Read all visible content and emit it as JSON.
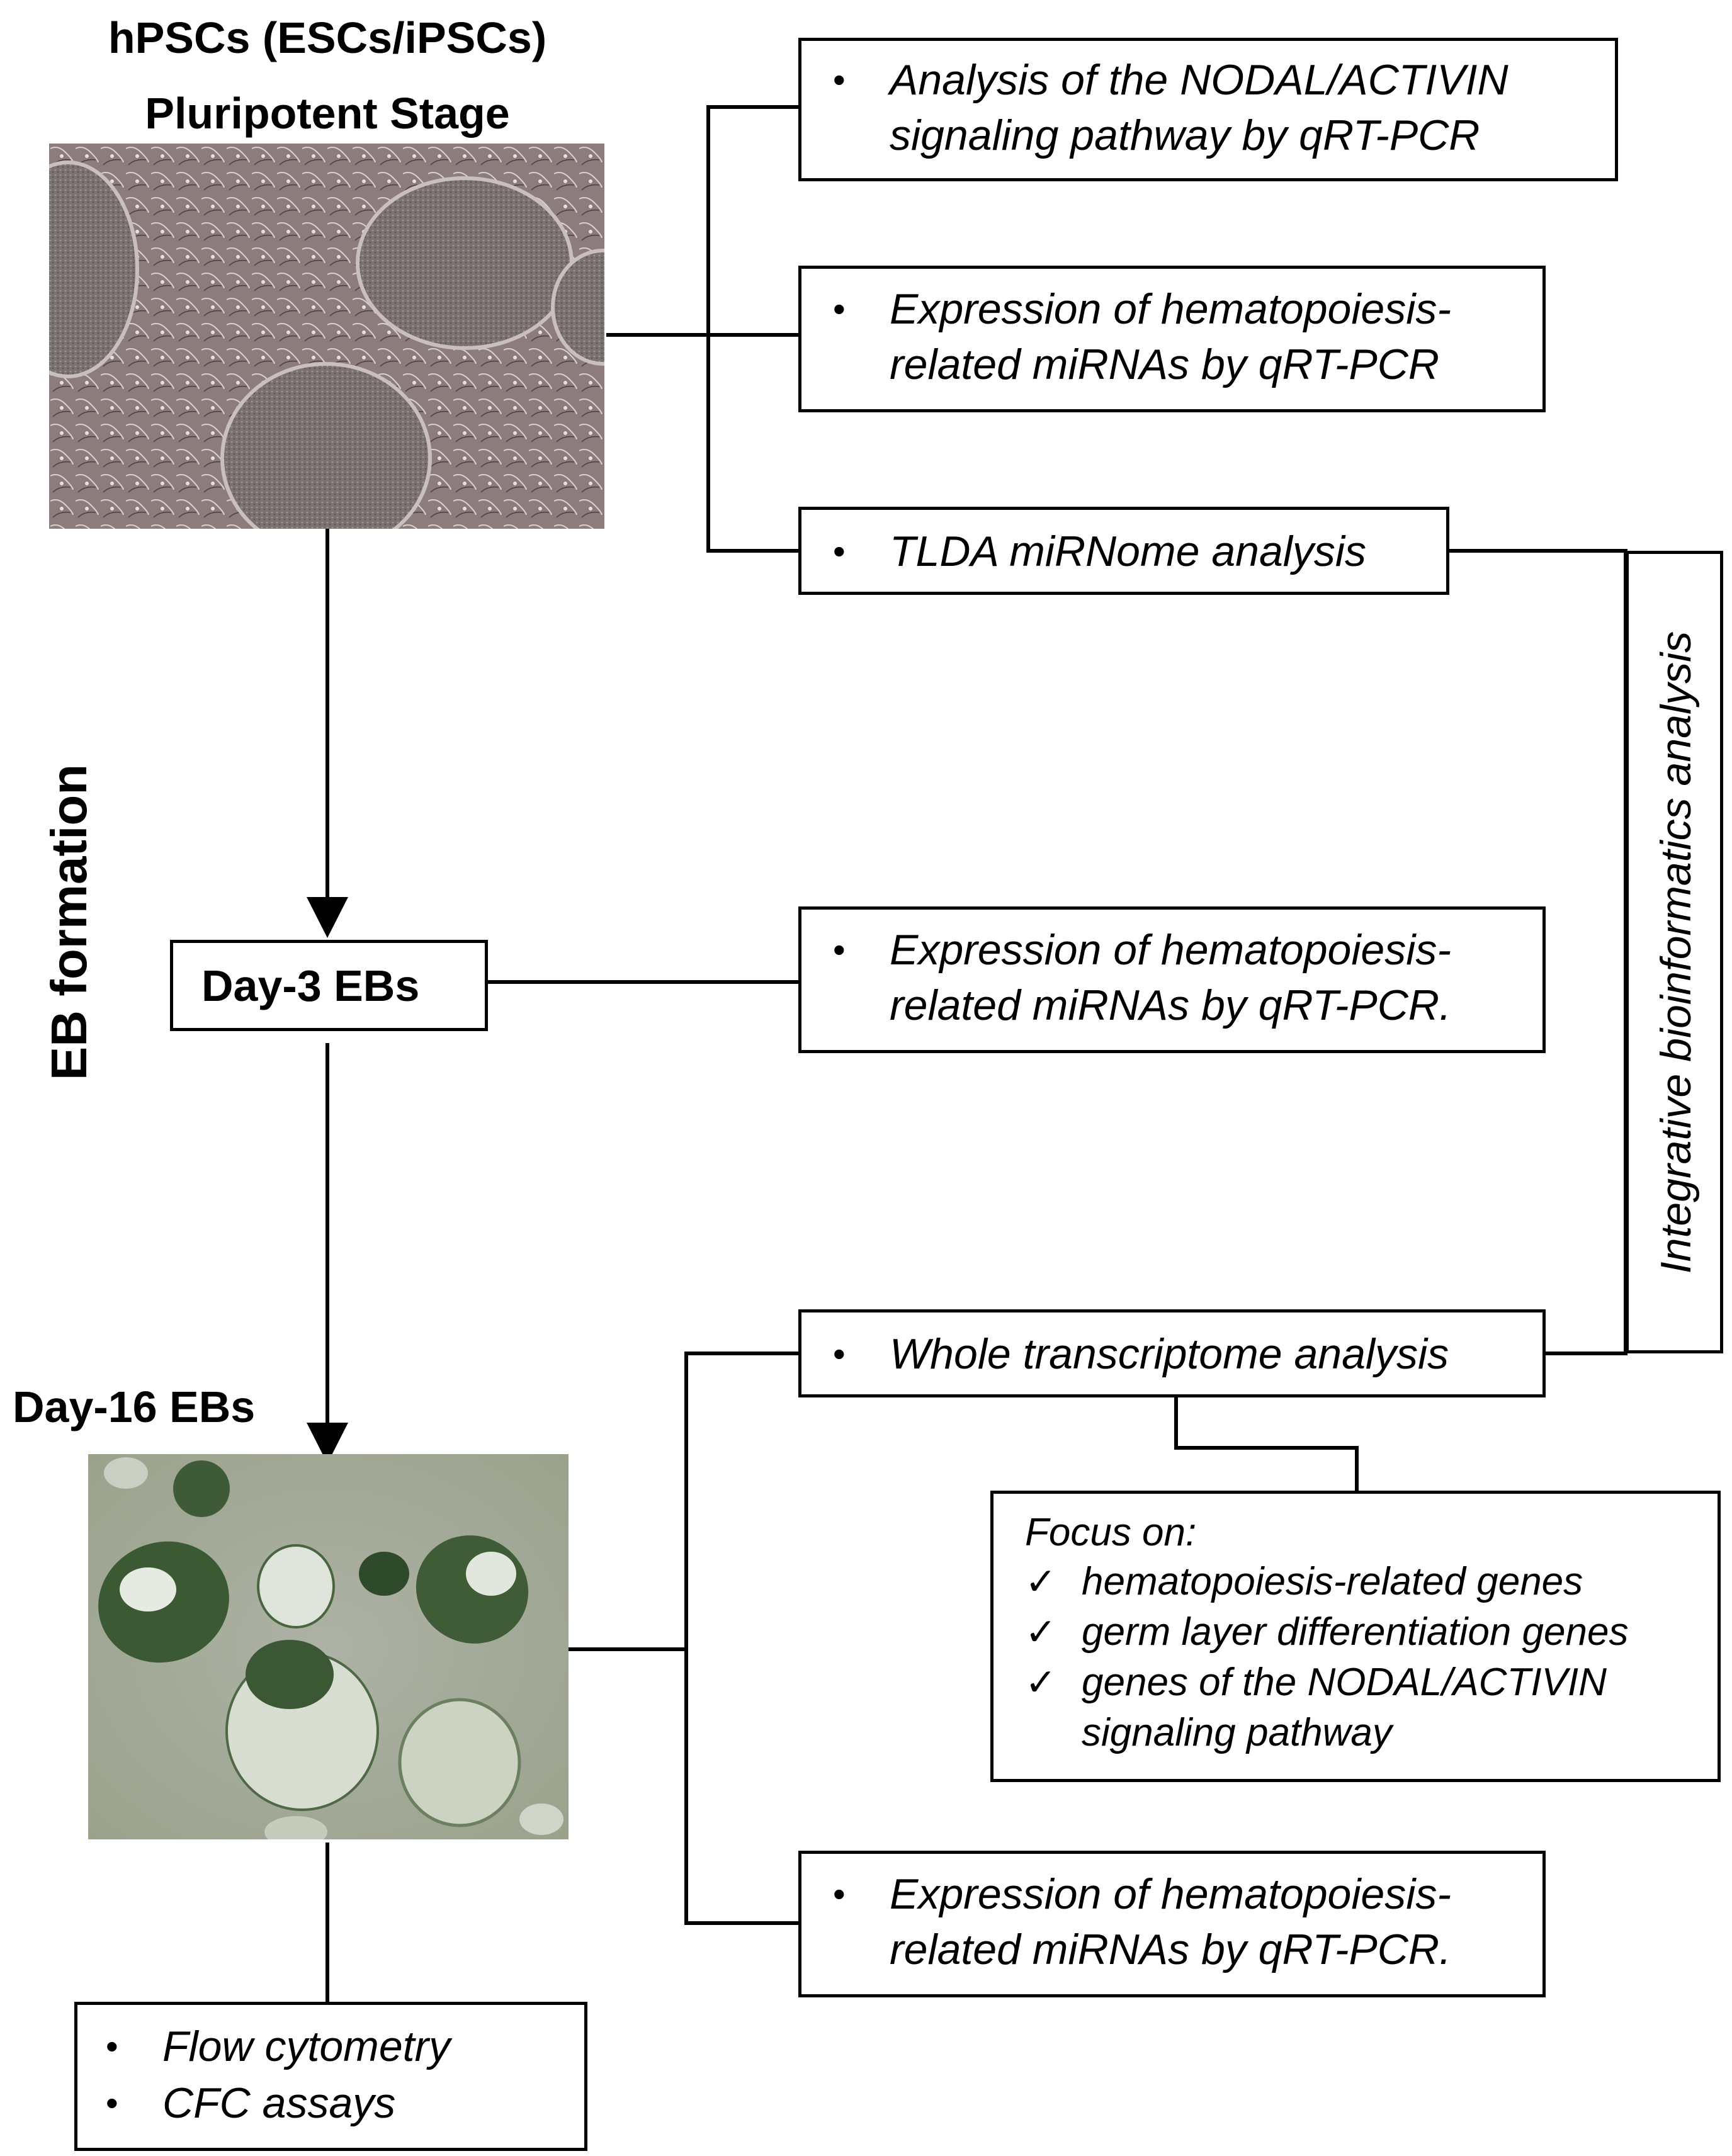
{
  "stages": {
    "pluripotent_title_1": "hPSCs (ESCs/iPSCs)",
    "pluripotent_title_2": "Pluripotent Stage",
    "day3": "Day-3 EBs",
    "day16": "Day-16 EBs",
    "eb_formation": "EB formation"
  },
  "analyses": {
    "nodal": [
      "Analysis of the NODAL/ACTIVIN",
      "signaling pathway by qRT-PCR"
    ],
    "mirna_pluri": [
      "Expression of hematopoiesis-",
      "related miRNAs by qRT-PCR"
    ],
    "tlda": "TLDA miRNome analysis",
    "mirna_day3": [
      "Expression of hematopoiesis-",
      "related miRNAs by qRT-PCR."
    ],
    "transcriptome": "Whole transcriptome analysis",
    "mirna_day16": [
      "Expression of hematopoiesis-",
      "related miRNAs by qRT-PCR."
    ],
    "flow": "Flow cytometry",
    "cfc": "CFC assays",
    "bullet": "•"
  },
  "integrative": "Integrative bioinformatics analysis",
  "focus": {
    "heading": "Focus on:",
    "check": "✓",
    "items": [
      "hematopoiesis-related genes",
      "germ layer differentiation genes",
      "genes of the NODAL/ACTIVIN"
    ],
    "continuation": "signaling pathway"
  },
  "images": {
    "pluripotent": "phase-contrast micrograph of hPSC colonies on feeder cells",
    "day16": "micrograph of Day-16 embryoid bodies"
  }
}
